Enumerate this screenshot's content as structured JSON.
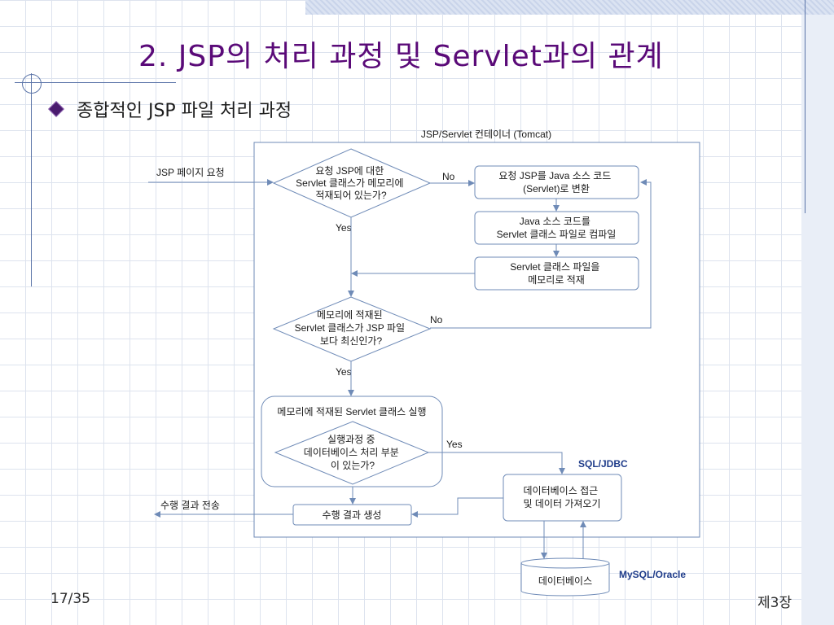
{
  "title": "2. JSP의 처리 과정 및 Servlet과의 관계",
  "bullet": "종합적인 JSP 파일 처리 과정",
  "diagram": {
    "container_label": "JSP/Servlet 컨테이너 (Tomcat)",
    "jsp_request": "JSP 페이지 요청",
    "decision1": [
      "요청 JSP에 대한",
      "Servlet 클래스가 메모리에",
      "적재되어 있는가?"
    ],
    "no1": "No",
    "yes1": "Yes",
    "step_convert": [
      "요청 JSP를 Java 소스 코드",
      "(Servlet)로 변환"
    ],
    "step_compile": [
      "Java 소스 코드를",
      "Servlet 클래스 파일로 컴파일"
    ],
    "step_load": [
      "Servlet 클래스 파일을",
      "메모리로 적재"
    ],
    "decision2": [
      "메모리에 적재된",
      "Servlet 클래스가 JSP 파일",
      "보다 최신인가?"
    ],
    "no2": "No",
    "yes2": "Yes",
    "run_group_label": "메모리에 적재된 Servlet 클래스 실행",
    "decision3": [
      "실행과정 중",
      "데이터베이스 처리 부분",
      "이 있는가?"
    ],
    "yes3": "Yes",
    "sql_label": "SQL/JDBC",
    "db_access": [
      "데이터베이스 접근",
      "및 데이터 가져오기"
    ],
    "result_create": "수행 결과 생성",
    "result_send": "수행 결과 전송",
    "database": "데이터베이스",
    "db_vendor": "MySQL/Oracle"
  },
  "footer": {
    "page": "17/35",
    "chapter": "제3장"
  },
  "colors": {
    "title": "#5a0a78",
    "line": "#5b74a8",
    "vendor_text": "#1f3c8a"
  }
}
